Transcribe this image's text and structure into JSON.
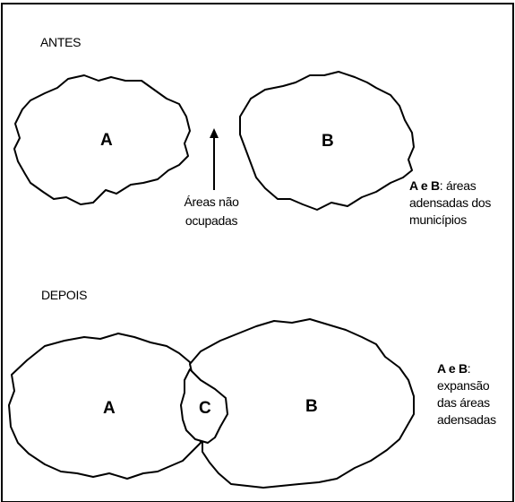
{
  "before": {
    "section_label": "ANTES",
    "region_a": "A",
    "region_b": "B",
    "arrow_caption_line1": "Áreas não",
    "arrow_caption_line2": "ocupadas",
    "note": {
      "bold_part": "A e B",
      "rest_line1": ": áreas",
      "line2": "adensadas dos",
      "line3": "municípios"
    }
  },
  "after": {
    "section_label": "DEPOIS",
    "region_a": "A",
    "region_b": "B",
    "region_c": "C",
    "note": {
      "bold_part": "A e B",
      "rest_line1": ":",
      "line2": "expansão",
      "line3": "das áreas",
      "line4": "adensadas"
    }
  }
}
